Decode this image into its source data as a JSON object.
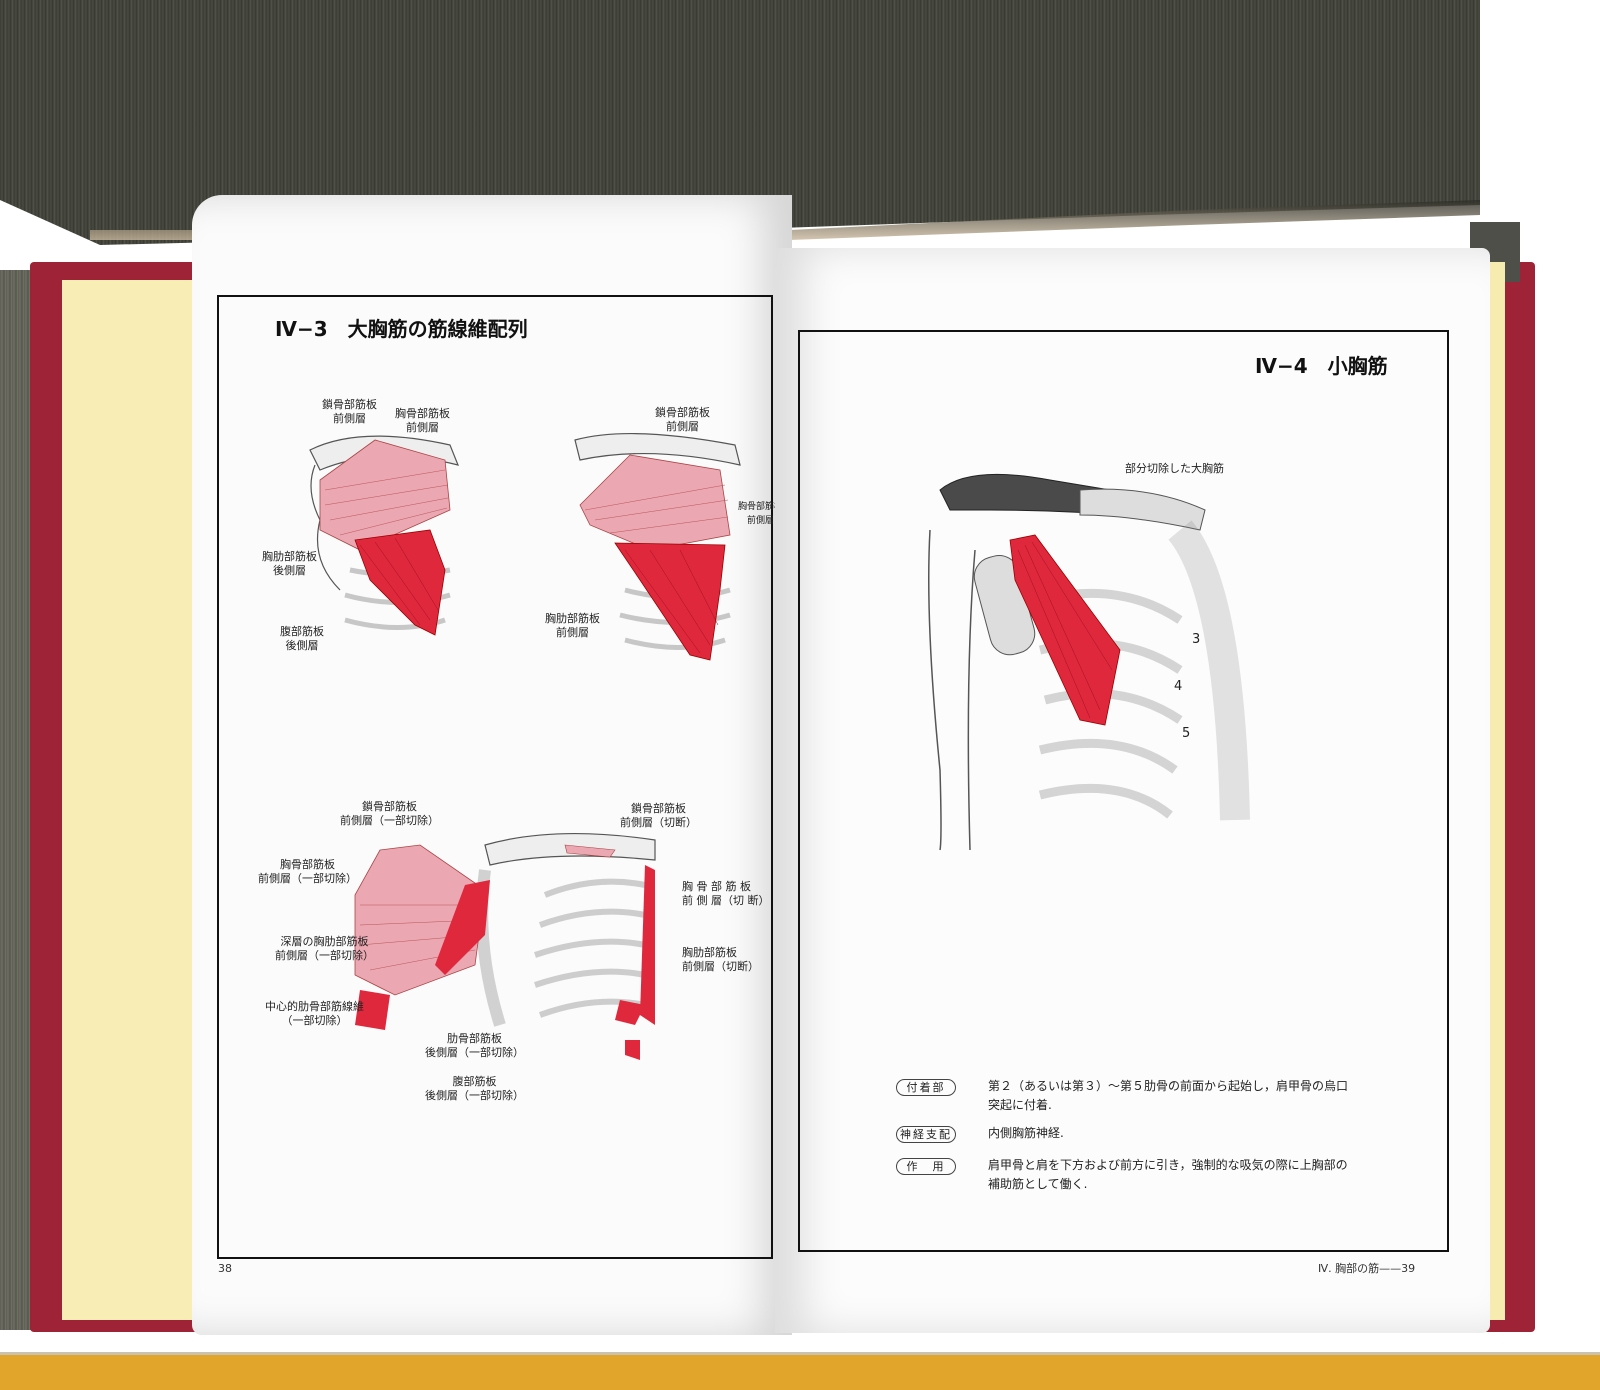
{
  "left_page": {
    "title": "Ⅳ−3　大胸筋の筋線維配列",
    "page_number": "38",
    "fig1_labels": [
      {
        "text": "鎖骨部筋板\n前側層"
      },
      {
        "text": "胸骨部筋板\n前側層"
      },
      {
        "text": "胸肋部筋板\n後側層"
      },
      {
        "text": "腹部筋板\n後側層"
      }
    ],
    "fig2_labels": [
      {
        "text": "鎖骨部筋板\n前側層"
      },
      {
        "text": "胸骨部筋板\n前側層"
      },
      {
        "text": "胸肋部筋板\n前側層"
      }
    ],
    "fig3_labels": [
      {
        "text": "鎖骨部筋板\n前側層（一部切除）"
      },
      {
        "text": "鎖骨部筋板\n前側層（切断）"
      },
      {
        "text": "胸骨部筋板\n前側層（一部切除）"
      },
      {
        "text": "胸 骨 部 筋 板\n前 側 層（切 断）"
      },
      {
        "text": "深層の胸肋部筋板\n前側層（一部切除）"
      },
      {
        "text": "胸肋部筋板\n前側層（切断）"
      },
      {
        "text": "中心的肋骨部筋線維\n（一部切除）"
      },
      {
        "text": "肋骨部筋板\n後側層（一部切除）"
      },
      {
        "text": "腹部筋板\n後側層（一部切除）"
      }
    ]
  },
  "right_page": {
    "title": "Ⅳ−4　小胸筋",
    "figure_label": "部分切除した大胸筋",
    "rib_numbers": [
      "3",
      "4",
      "5"
    ],
    "entries": [
      {
        "tag": "付着部",
        "text": "第２（あるいは第３）〜第５肋骨の前面から起始し，肩甲骨の烏口突起に付着."
      },
      {
        "tag": "神経支配",
        "text": "内側胸筋神経."
      },
      {
        "tag": "作　用",
        "text": "肩甲骨と肩を下方および前方に引き，強制的な吸気の際に上胸部の補助筋として働く."
      }
    ],
    "footer": "Ⅳ. 胸部の筋——39"
  },
  "colors": {
    "muscle_red": "#e0283c",
    "muscle_pink": "#eba7b2",
    "cover_red": "#9e2336",
    "page_edge_yellow": "#f8eeb5"
  }
}
